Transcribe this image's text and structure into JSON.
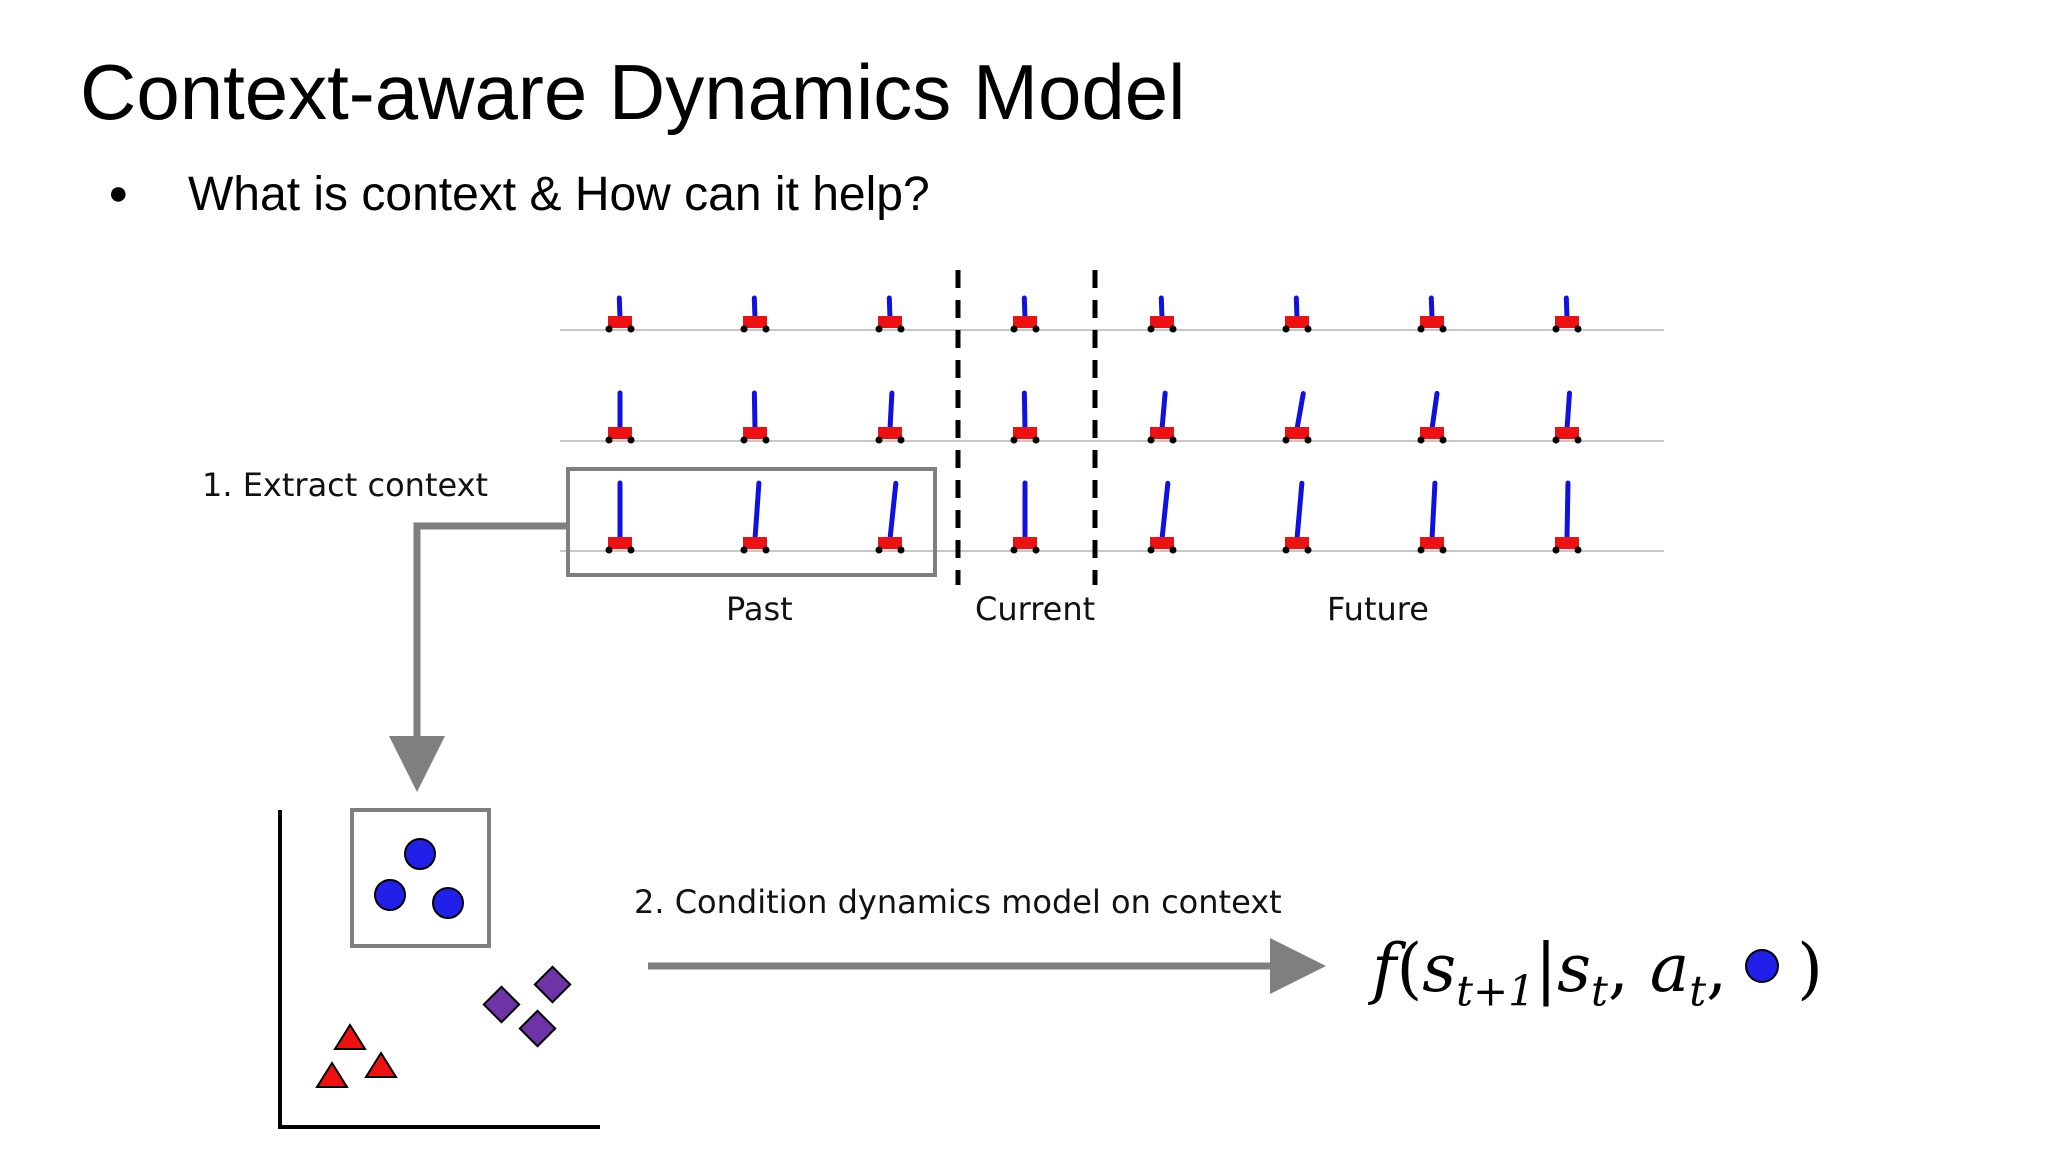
{
  "slide": {
    "title": "Context-aware Dynamics Model",
    "bullet": "What is context & How can it help?"
  },
  "diagram": {
    "step1_label": "1. Extract context",
    "step2_label": "2. Condition dynamics model on context",
    "segments": {
      "past": "Past",
      "current": "Current",
      "future": "Future"
    },
    "formula": {
      "f": "f",
      "open": "(",
      "s": "s",
      "sub_next": "t+1",
      "bar": "|",
      "sub_t": "t",
      "comma": ",",
      "a": "a",
      "close": ")"
    },
    "cartpole_rows": [
      {
        "angles": [
          -2,
          -2,
          -2,
          -2,
          -2,
          -2,
          -2,
          -2
        ]
      },
      {
        "angles": [
          0,
          -1,
          3,
          -1,
          5,
          10,
          8,
          4
        ]
      },
      {
        "angles": [
          0,
          4,
          6,
          0,
          6,
          5,
          3,
          1
        ]
      }
    ],
    "colors": {
      "cart": "#ee1111",
      "pole": "#1010e0",
      "frame": "#7f7f7f",
      "circle": "#2020e8",
      "diamond": "#6e33a6",
      "triangle": "#ee1111"
    }
  }
}
